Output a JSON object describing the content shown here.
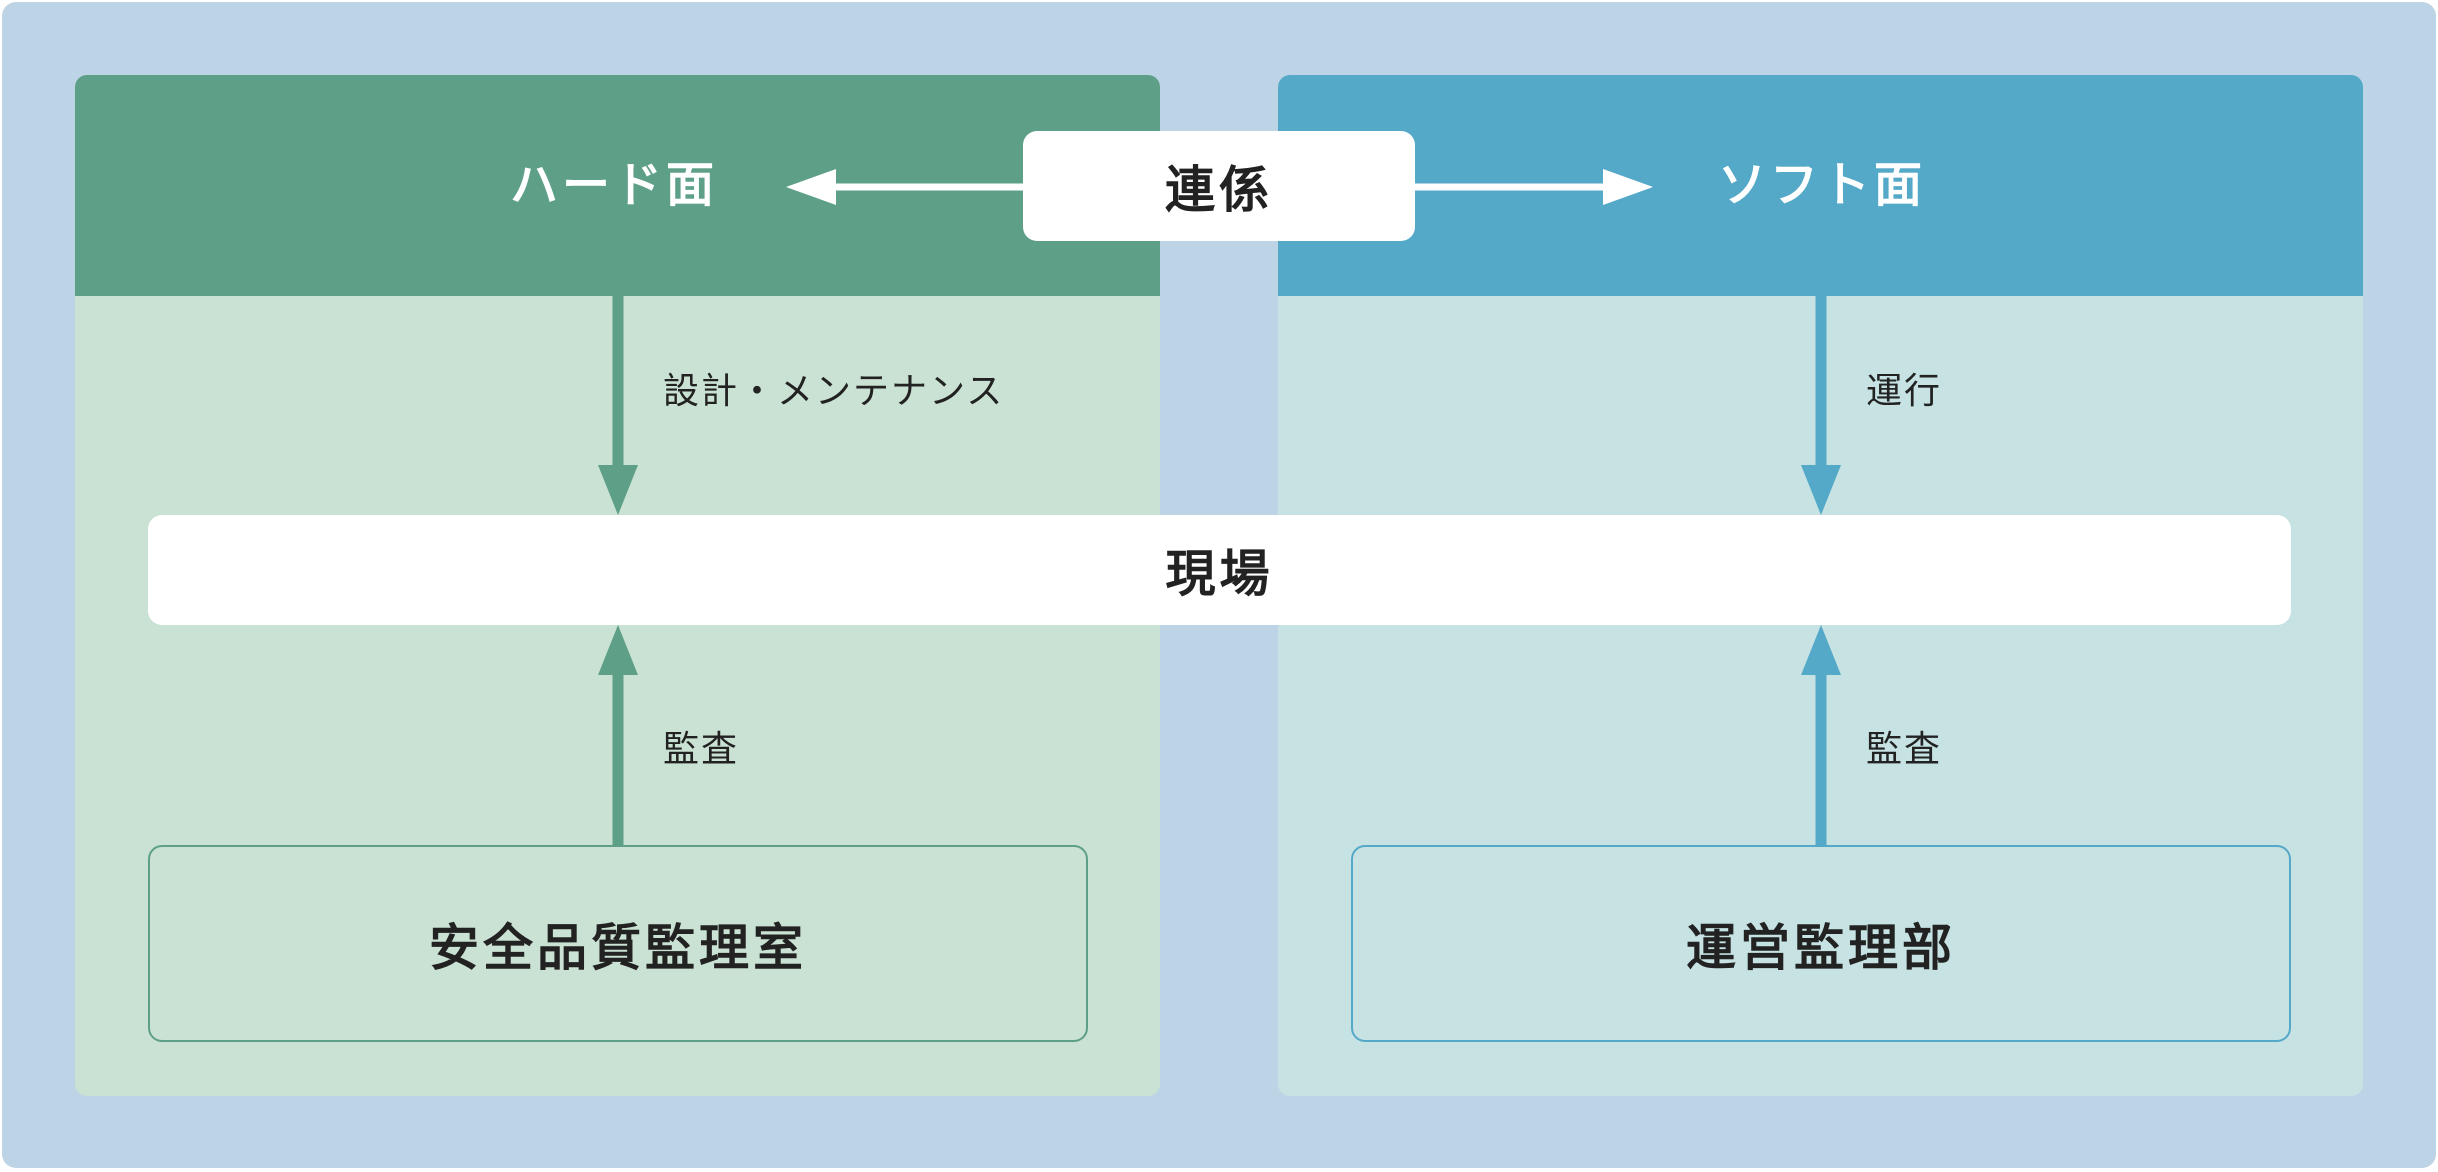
{
  "colors": {
    "background": "#bdd4e7",
    "hard_accent": "#5e9f87",
    "hard_fill": "#cae2d3",
    "soft_accent": "#55a9c8",
    "soft_fill": "#c6e2e3"
  },
  "hard": {
    "title": "ハード面",
    "down_label": "設計・メンテナンス",
    "up_label": "監査",
    "org": "安全品質監理室"
  },
  "soft": {
    "title": "ソフト面",
    "down_label": "運行",
    "up_label": "監査",
    "org": "運営監理部"
  },
  "center": {
    "link_label": "連係",
    "site_label": "現場"
  }
}
